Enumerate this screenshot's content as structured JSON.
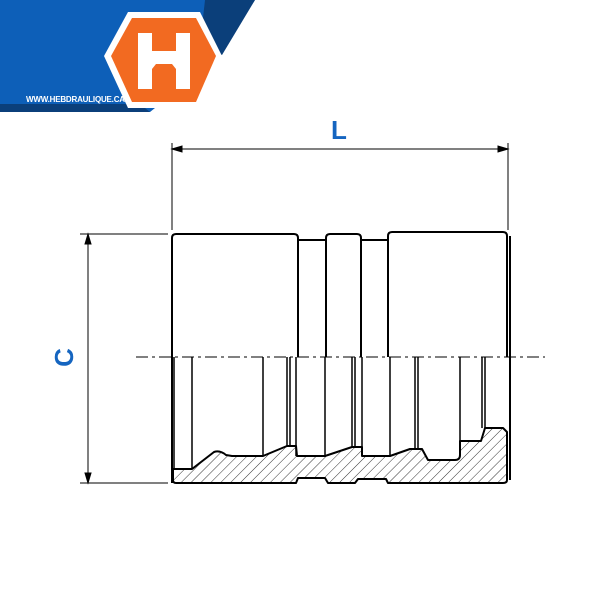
{
  "logo": {
    "letter": "H",
    "url": "WWW.HEBDRAULIQUE.CA"
  },
  "dimensions": {
    "length_label": "L",
    "diameter_label": "C"
  },
  "colors": {
    "brand_blue": "#0d5fb8",
    "brand_navy": "#0b3f7a",
    "brand_orange": "#f26a21",
    "dimension_blue": "#1565c0"
  }
}
